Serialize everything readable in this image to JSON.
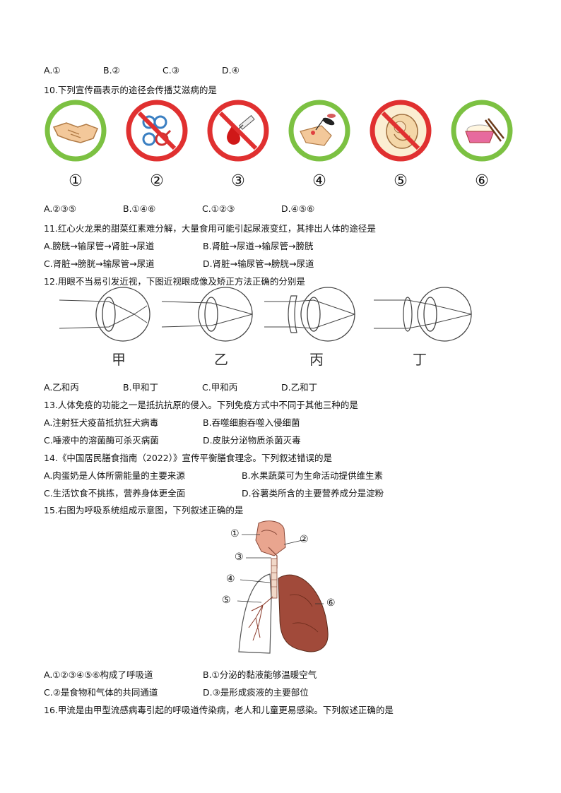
{
  "q9_options": [
    "A.①",
    "B.②",
    "C.③",
    "D.④"
  ],
  "q10": {
    "stem": "10.下列宣传画表示的途径会传播艾滋病的是",
    "pictures": [
      {
        "num": "①",
        "icon": "handshake-icon",
        "ring": "#7cc142"
      },
      {
        "num": "②",
        "icon": "sex-symbols-icon",
        "ring": "#e03030"
      },
      {
        "num": "③",
        "icon": "syringe-blood-icon",
        "ring": "#e03030"
      },
      {
        "num": "④",
        "icon": "mosquito-icon",
        "ring": "#7cc142"
      },
      {
        "num": "⑤",
        "icon": "mother-baby-icon",
        "ring": "#e03030"
      },
      {
        "num": "⑥",
        "icon": "rice-bowl-icon",
        "ring": "#7cc142"
      }
    ],
    "options": [
      "A.②③⑤",
      "B.①④⑥",
      "C.①②③",
      "D.④⑤⑥"
    ]
  },
  "q11": {
    "stem": "11.红心火龙果的甜菜红素难分解，大量食用可能引起尿液变红，其排出人体的途径是",
    "options": [
      "A.膀胱→输尿管→肾脏→尿道",
      "B.肾脏→尿道→输尿管→膀胱",
      "C.肾脏→膀胱→输尿管→尿道",
      "D.肾脏→输尿管→膀胱→尿道"
    ]
  },
  "q12": {
    "stem": "12.用眼不当易引发近视，下图近视眼成像及矫正方法正确的分别是",
    "labels": [
      "甲",
      "乙",
      "丙",
      "丁"
    ],
    "options": [
      "A.乙和丙",
      "B.甲和丁",
      "C.甲和丙",
      "D.乙和丁"
    ]
  },
  "q13": {
    "stem": "13.人体免疫的功能之一是抵抗抗原的侵入。下列免疫方式中不同于其他三种的是",
    "options": [
      "A.注射狂犬疫苗抵抗狂犬病毒",
      "B.吞噬细胞吞噬入侵细菌",
      "C.唾液中的溶菌酶可杀灭病菌",
      "D.皮肤分泌物质杀菌灭毒"
    ]
  },
  "q14": {
    "stem": "14.《中国居民膳食指南（2022）》宣传平衡膳食理念。下列叙述错误的是",
    "options": [
      "A.肉蛋奶是人体所需能量的主要来源",
      "B.水果蔬菜可为生命活动提供维生素",
      "C.生活饮食不挑拣，营养身体更全面",
      "D.谷薯类所含的主要营养成分是淀粉"
    ]
  },
  "q15": {
    "stem": "15.右图为呼吸系统组成示意图，下列叙述正确的是",
    "callouts": [
      "①",
      "②",
      "③",
      "④",
      "⑤",
      "⑥"
    ],
    "options": [
      "A.①②③④⑤⑥构成了呼吸道",
      "B.①分泌的黏液能够温暖空气",
      "C.②是食物和气体的共同通道",
      "D.③是形成痰液的主要部位"
    ]
  },
  "q16": {
    "stem": "16.甲流是由甲型流感病毒引起的呼吸道传染病，老人和儿童更易感染。下列叙述正确的是"
  }
}
